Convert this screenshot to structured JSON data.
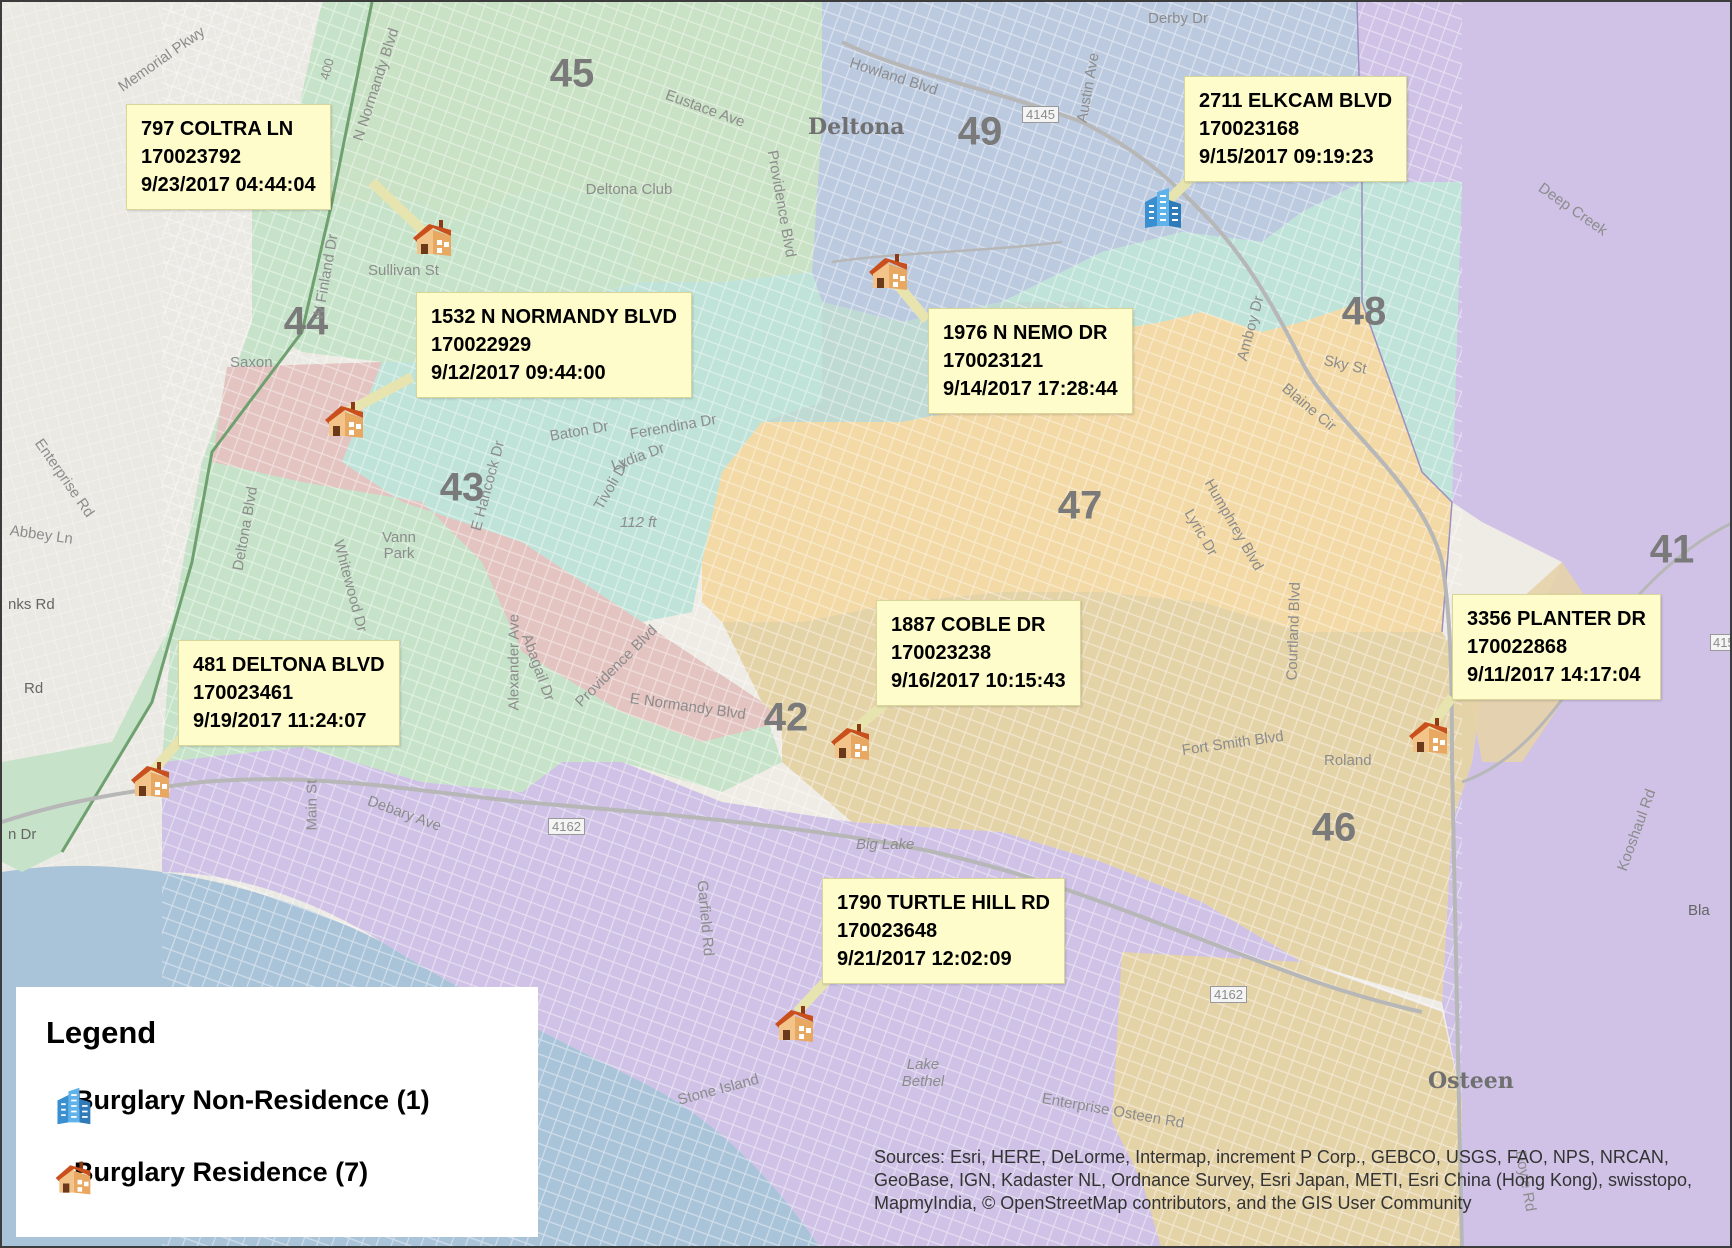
{
  "map": {
    "zones": [
      "41",
      "42",
      "43",
      "44",
      "45",
      "46",
      "47",
      "48",
      "49"
    ],
    "places": {
      "deltona": "Deltona",
      "osteen": "Osteen",
      "deltona_club": "Deltona Club",
      "vann_park": "Vann Park",
      "big_lake": "Big Lake",
      "lake_bethel": "Lake Bethel"
    },
    "streets": {
      "memorial": "Memorial Pkwy",
      "howland": "Howland Blvd",
      "derby": "Derby Dr",
      "austin": "Austin Ave",
      "eustace": "Eustace Ave",
      "providence": "Providence Blvd",
      "sullivan": "Sullivan St",
      "saxon": "Saxon",
      "enterprise": "Enterprise Rd",
      "abbey": "Abbey Ln",
      "finland": "W Finland Dr",
      "normandy_n": "N Normandy Blvd",
      "baton": "Baton Dr",
      "ferendina": "Ferendina Dr",
      "lydia": "Lydia Dr",
      "tivoli": "Tivoli Dr",
      "hancock": "E Hancock Dr",
      "whitewood": "Whitewood Dr",
      "deltona_blvd": "Deltona Blvd",
      "abagail": "Abagail Dr",
      "alexander": "Alexander Ave",
      "providence2": "Providence Blvd",
      "normandy_e": "E Normandy Blvd",
      "debary": "Debary Ave",
      "main": "Main St",
      "garfield": "Garfield Rd",
      "fort_smith": "Fort Smith Blvd",
      "roland": "Roland",
      "courtland": "Courtland Blvd",
      "humphrey": "Humphrey Blvd",
      "lyric": "Lyric Dr",
      "sky": "Sky St",
      "blaine": "Blaine Cir",
      "amboy": "Amboy Dr",
      "enterprise_osteen": "Enterprise Osteen Rd",
      "stone_island": "Stone Island",
      "doyle": "Doyle Rd",
      "kohl": "Kooshaul Rd",
      "deep_creek": "Deep Creek",
      "ks_rd": "nks Rd",
      "rd": "Rd",
      "dr": "n Dr",
      "route_4162": "4162",
      "route_4145": "4145",
      "route_400": "400",
      "elevation": "112 ft",
      "bla": "Bla",
      "route_415": "415"
    }
  },
  "incidents": [
    {
      "address": "797 COLTRA LN",
      "case": "170023792",
      "datetime": "9/23/2017 04:44:04",
      "type": "residence"
    },
    {
      "address": "2711 ELKCAM BLVD",
      "case": "170023168",
      "datetime": "9/15/2017 09:19:23",
      "type": "non-residence"
    },
    {
      "address": "1532 N NORMANDY BLVD",
      "case": "170022929",
      "datetime": "9/12/2017 09:44:00",
      "type": "residence"
    },
    {
      "address": "1976 N NEMO DR",
      "case": "170023121",
      "datetime": "9/14/2017 17:28:44",
      "type": "residence"
    },
    {
      "address": "1887 COBLE DR",
      "case": "170023238",
      "datetime": "9/16/2017 10:15:43",
      "type": "residence"
    },
    {
      "address": "3356 PLANTER DR",
      "case": "170022868",
      "datetime": "9/11/2017 14:17:04",
      "type": "residence"
    },
    {
      "address": "481 DELTONA BLVD",
      "case": "170023461",
      "datetime": "9/19/2017 11:24:07",
      "type": "residence"
    },
    {
      "address": "1790 TURTLE HILL RD",
      "case": "170023648",
      "datetime": "9/21/2017 12:02:09",
      "type": "residence"
    }
  ],
  "legend": {
    "title": "Legend",
    "items": [
      {
        "label": "Burglary Non-Residence (1)",
        "icon": "office-building-icon"
      },
      {
        "label": "Burglary Residence (7)",
        "icon": "house-icon"
      }
    ]
  },
  "sources": "Sources: Esri, HERE, DeLorme, Intermap, increment P Corp., GEBCO, USGS, FAO, NPS, NRCAN, GeoBase, IGN, Kadaster NL, Ordnance Survey, Esri Japan, METI, Esri China (Hong Kong), swisstopo, MapmyIndia, © OpenStreetMap contributors, and the GIS User Community",
  "colors": {
    "zone_green": "#c6e3c9",
    "zone_teal": "#bfe3d9",
    "zone_pink": "#e3c4c1",
    "zone_orange": "#f3d9a5",
    "zone_tan": "#e5d3a8",
    "zone_purple": "#cfc2e6",
    "zone_blue": "#bccae0",
    "callout_bg": "#fffccc"
  }
}
